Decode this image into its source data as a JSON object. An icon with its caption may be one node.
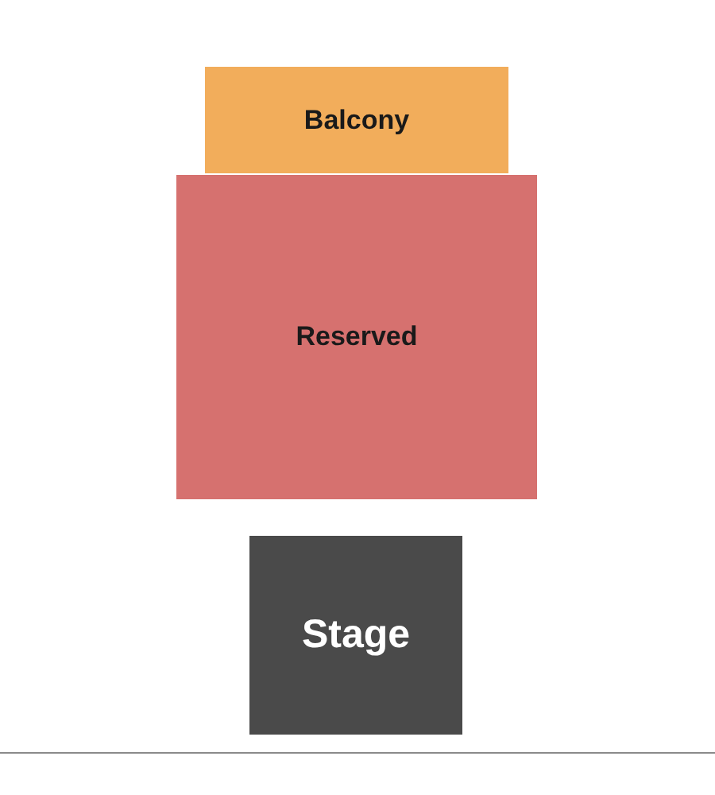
{
  "diagram": {
    "nodes": [
      {
        "text": [
          "Balcony"
        ]
      },
      {
        "text": [
          "Reserved"
        ]
      },
      {
        "text": [
          "Stage"
        ]
      }
    ]
  }
}
